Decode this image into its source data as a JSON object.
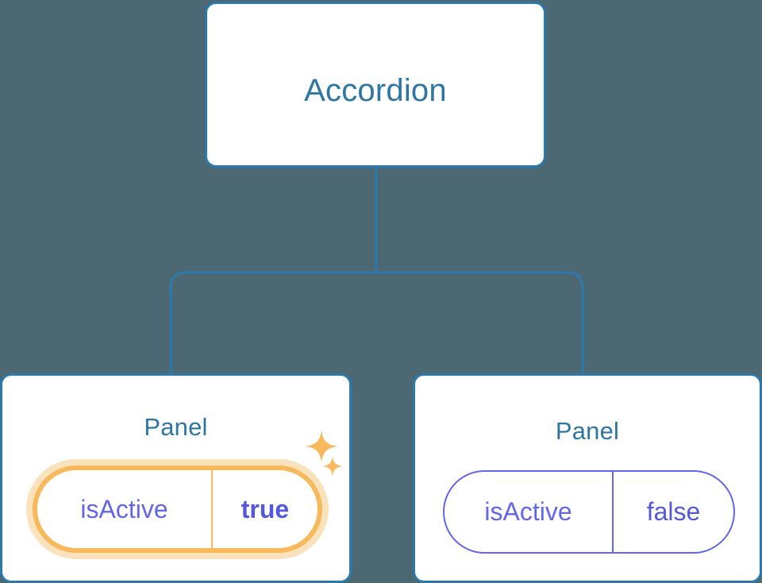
{
  "theme": {
    "background": "#4c6872",
    "card_background": "#ffffff",
    "card_border": "#2c79ad",
    "node_title_color": "#2e77a5",
    "connector_color": "#2c79ad",
    "prop_key_color": "#6366e8",
    "prop_value_color": "#5458dd",
    "highlight_border": "#f7b95c",
    "highlight_glow": "#fae2bd",
    "sparkle_color": "#f7b95c"
  },
  "tree": {
    "root": {
      "title": "Accordion"
    },
    "children": [
      {
        "title": "Panel",
        "highlighted": true,
        "prop": {
          "key": "isActive",
          "value": "true"
        }
      },
      {
        "title": "Panel",
        "highlighted": false,
        "prop": {
          "key": "isActive",
          "value": "false"
        }
      }
    ]
  },
  "icons": {
    "sparkle_large": "sparkle-icon",
    "sparkle_small": "sparkle-icon"
  }
}
